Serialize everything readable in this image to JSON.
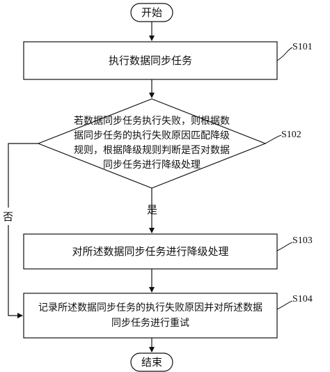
{
  "flowchart": {
    "start_label": "开始",
    "end_label": "结束",
    "steps": [
      {
        "code": "S101",
        "text": "执行数据同步任务"
      },
      {
        "code": "S102",
        "lines": [
          "若数据同步任务执行失败，则根据数",
          "据同步任务的执行失败原因匹配降级",
          "规则，根据降级规则判断是否对数据",
          "同步任务进行降级处理"
        ]
      },
      {
        "code": "S103",
        "text": "对所述数据同步任务进行降级处理"
      },
      {
        "code": "S104",
        "lines": [
          "记录所述数据同步任务的执行失败原因并对所述数据",
          "同步任务进行重试"
        ]
      }
    ],
    "yes_label": "是",
    "no_label": "否"
  }
}
